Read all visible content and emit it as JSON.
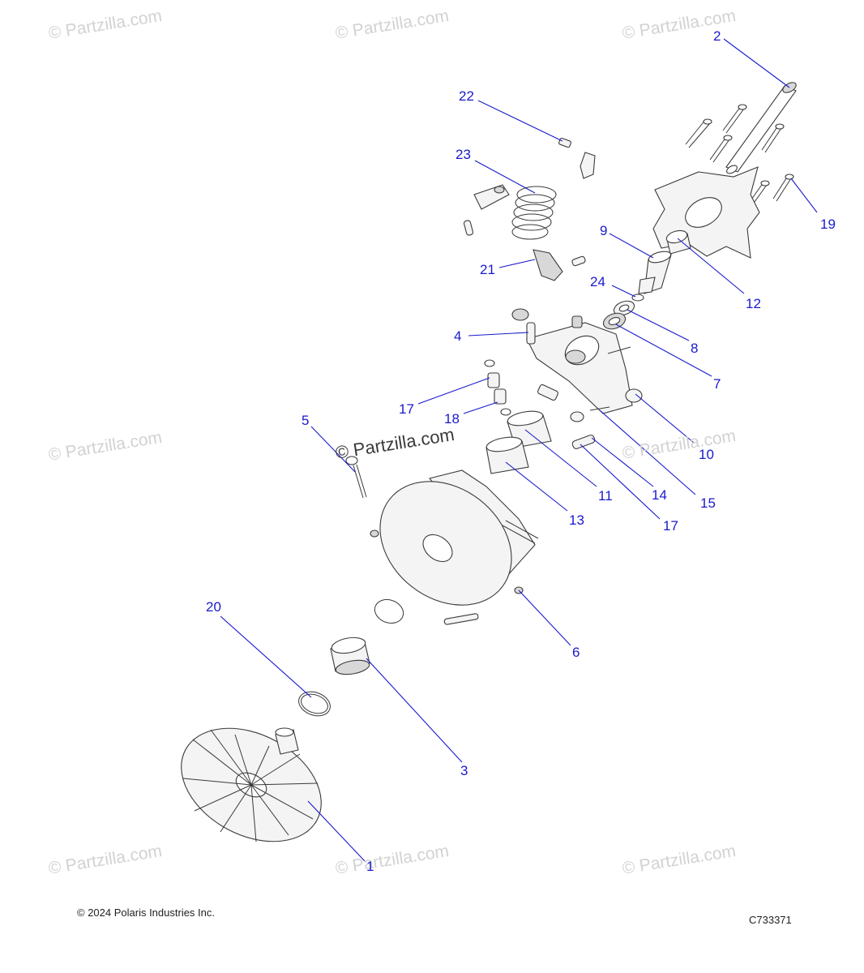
{
  "watermarks": {
    "text": "© Partzilla.com",
    "center_text": "© Partzilla.com"
  },
  "callouts": {
    "c1": "1",
    "c2": "2",
    "c3": "3",
    "c4": "4",
    "c5": "5",
    "c6": "6",
    "c7": "7",
    "c8": "8",
    "c9": "9",
    "c10": "10",
    "c11": "11",
    "c12": "12",
    "c13": "13",
    "c14": "14",
    "c15": "15",
    "c17a": "17",
    "c17b": "17",
    "c18": "18",
    "c19": "19",
    "c20": "20",
    "c21": "21",
    "c22": "22",
    "c23": "23",
    "c24": "24"
  },
  "footer": {
    "copyright": "© 2024 Polaris Industries Inc.",
    "diagram_code": "C733371"
  },
  "colors": {
    "callout": "#1a1acc",
    "watermark": "#d2d2d2",
    "line_art": "#3a3a3a"
  }
}
